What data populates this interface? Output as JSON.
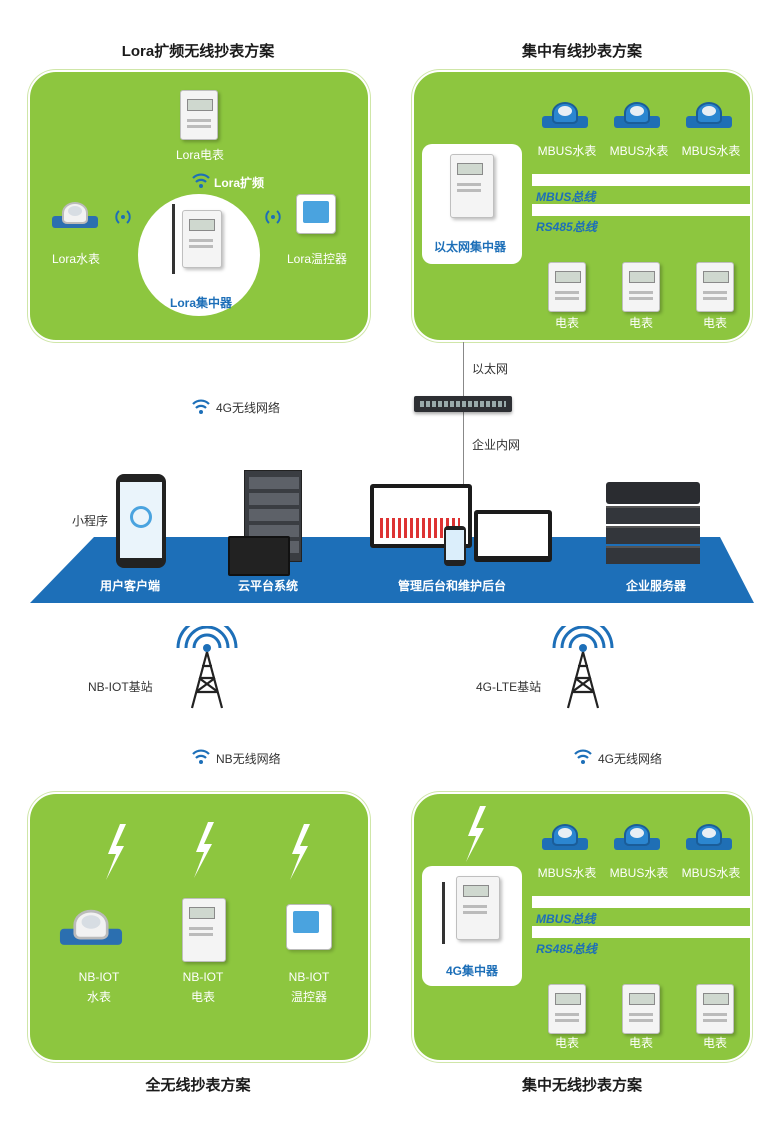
{
  "headings": {
    "top_left": "Lora扩频无线抄表方案",
    "top_right": "集中有线抄表方案",
    "bottom_left": "全无线抄表方案",
    "bottom_right": "集中无线抄表方案"
  },
  "lora_panel": {
    "electric_meter": "Lora电表",
    "link": "Lora扩频",
    "water_meter": "Lora水表",
    "thermostat": "Lora温控器",
    "concentrator": "Lora集中器"
  },
  "wired_panel": {
    "concentrator": "以太网集中器",
    "water_meters": [
      "MBUS水表",
      "MBUS水表",
      "MBUS水表"
    ],
    "bus_mbus": "MBUS总线",
    "bus_rs485": "RS485总线",
    "electric_meters": [
      "电表",
      "电表",
      "电表"
    ]
  },
  "network": {
    "ethernet": "以太网",
    "intranet": "企业内网",
    "lora_4g": "4G无线网络",
    "mini_program": "小程序"
  },
  "platform": {
    "user_client": "用户客户端",
    "cloud": "云平台系统",
    "admin": "管理后台和维护后台",
    "server": "企业服务器"
  },
  "stations": {
    "nb_station": "NB-IOT基站",
    "lte_station": "4G-LTE基站",
    "nb_network": "NB无线网络",
    "g4_network": "4G无线网络"
  },
  "nb_panel": {
    "water": [
      "NB-IOT",
      "水表"
    ],
    "electric": [
      "NB-IOT",
      "电表"
    ],
    "thermostat": [
      "NB-IOT",
      "温控器"
    ]
  },
  "wireless_panel": {
    "concentrator": "4G集中器",
    "water_meters": [
      "MBUS水表",
      "MBUS水表",
      "MBUS水表"
    ],
    "bus_mbus": "MBUS总线",
    "bus_rs485": "RS485总线",
    "electric_meters": [
      "电表",
      "电表",
      "电表"
    ]
  },
  "colors": {
    "panel_green": "#8dc63f",
    "platform_blue": "#1d6fb8",
    "accent_blue": "#1d6fb8"
  }
}
